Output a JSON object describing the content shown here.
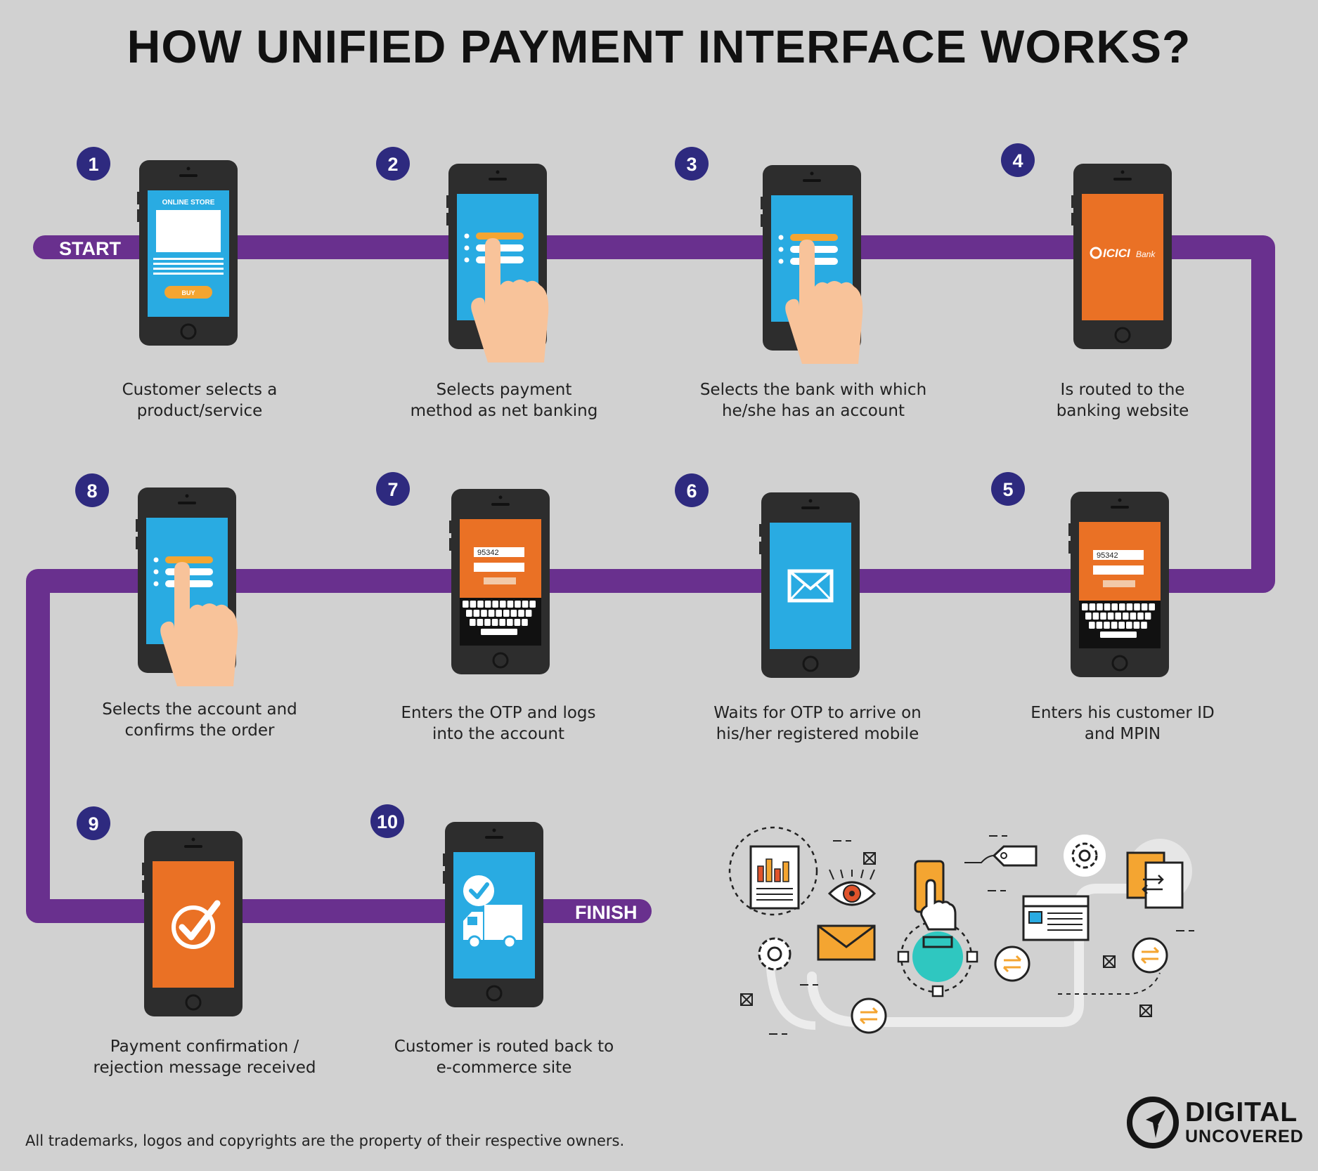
{
  "title": "HOW UNIFIED PAYMENT INTERFACE WORKS?",
  "path": {
    "start_label": "START",
    "finish_label": "FINISH"
  },
  "colors": {
    "background": "#d1d1d1",
    "path": "#69308e",
    "badge": "#2e2a7f",
    "phone": "#2d2d2d",
    "screen_blue": "#29abe2",
    "screen_orange": "#ea7125",
    "hand": "#f8c39a",
    "accent_orange": "#f4a531"
  },
  "steps": [
    {
      "number": "1",
      "caption": [
        "Customer selects a",
        "product/service"
      ],
      "screen": "store",
      "store_label": "ONLINE STORE",
      "buy_label": "BUY"
    },
    {
      "number": "2",
      "caption": [
        "Selects payment",
        "method as net banking"
      ],
      "screen": "tap-list"
    },
    {
      "number": "3",
      "caption": [
        "Selects the bank with which",
        "he/she has an account"
      ],
      "screen": "tap-list"
    },
    {
      "number": "4",
      "caption": [
        "Is routed to the",
        "banking website"
      ],
      "screen": "bank",
      "bank_name": "ICICI",
      "bank_suffix": "Bank"
    },
    {
      "number": "5",
      "caption": [
        "Enters his customer ID",
        "and MPIN"
      ],
      "screen": "keyboard",
      "code": "95342"
    },
    {
      "number": "6",
      "caption": [
        "Waits for OTP to arrive on",
        "his/her registered mobile"
      ],
      "screen": "mail"
    },
    {
      "number": "7",
      "caption": [
        "Enters the OTP and logs",
        "into the account"
      ],
      "screen": "keyboard",
      "code": "95342"
    },
    {
      "number": "8",
      "caption": [
        "Selects the account and",
        "confirms the order"
      ],
      "screen": "tap-list"
    },
    {
      "number": "9",
      "caption": [
        "Payment confirmation /",
        "rejection message received"
      ],
      "screen": "check"
    },
    {
      "number": "10",
      "caption": [
        "Customer is routed back to",
        "e-commerce site"
      ],
      "screen": "truck"
    }
  ],
  "footer": "All trademarks, logos and copyrights are the property of their respective owners.",
  "brand": {
    "word1": "DIGITAL",
    "word2": "UNCOVERED"
  }
}
